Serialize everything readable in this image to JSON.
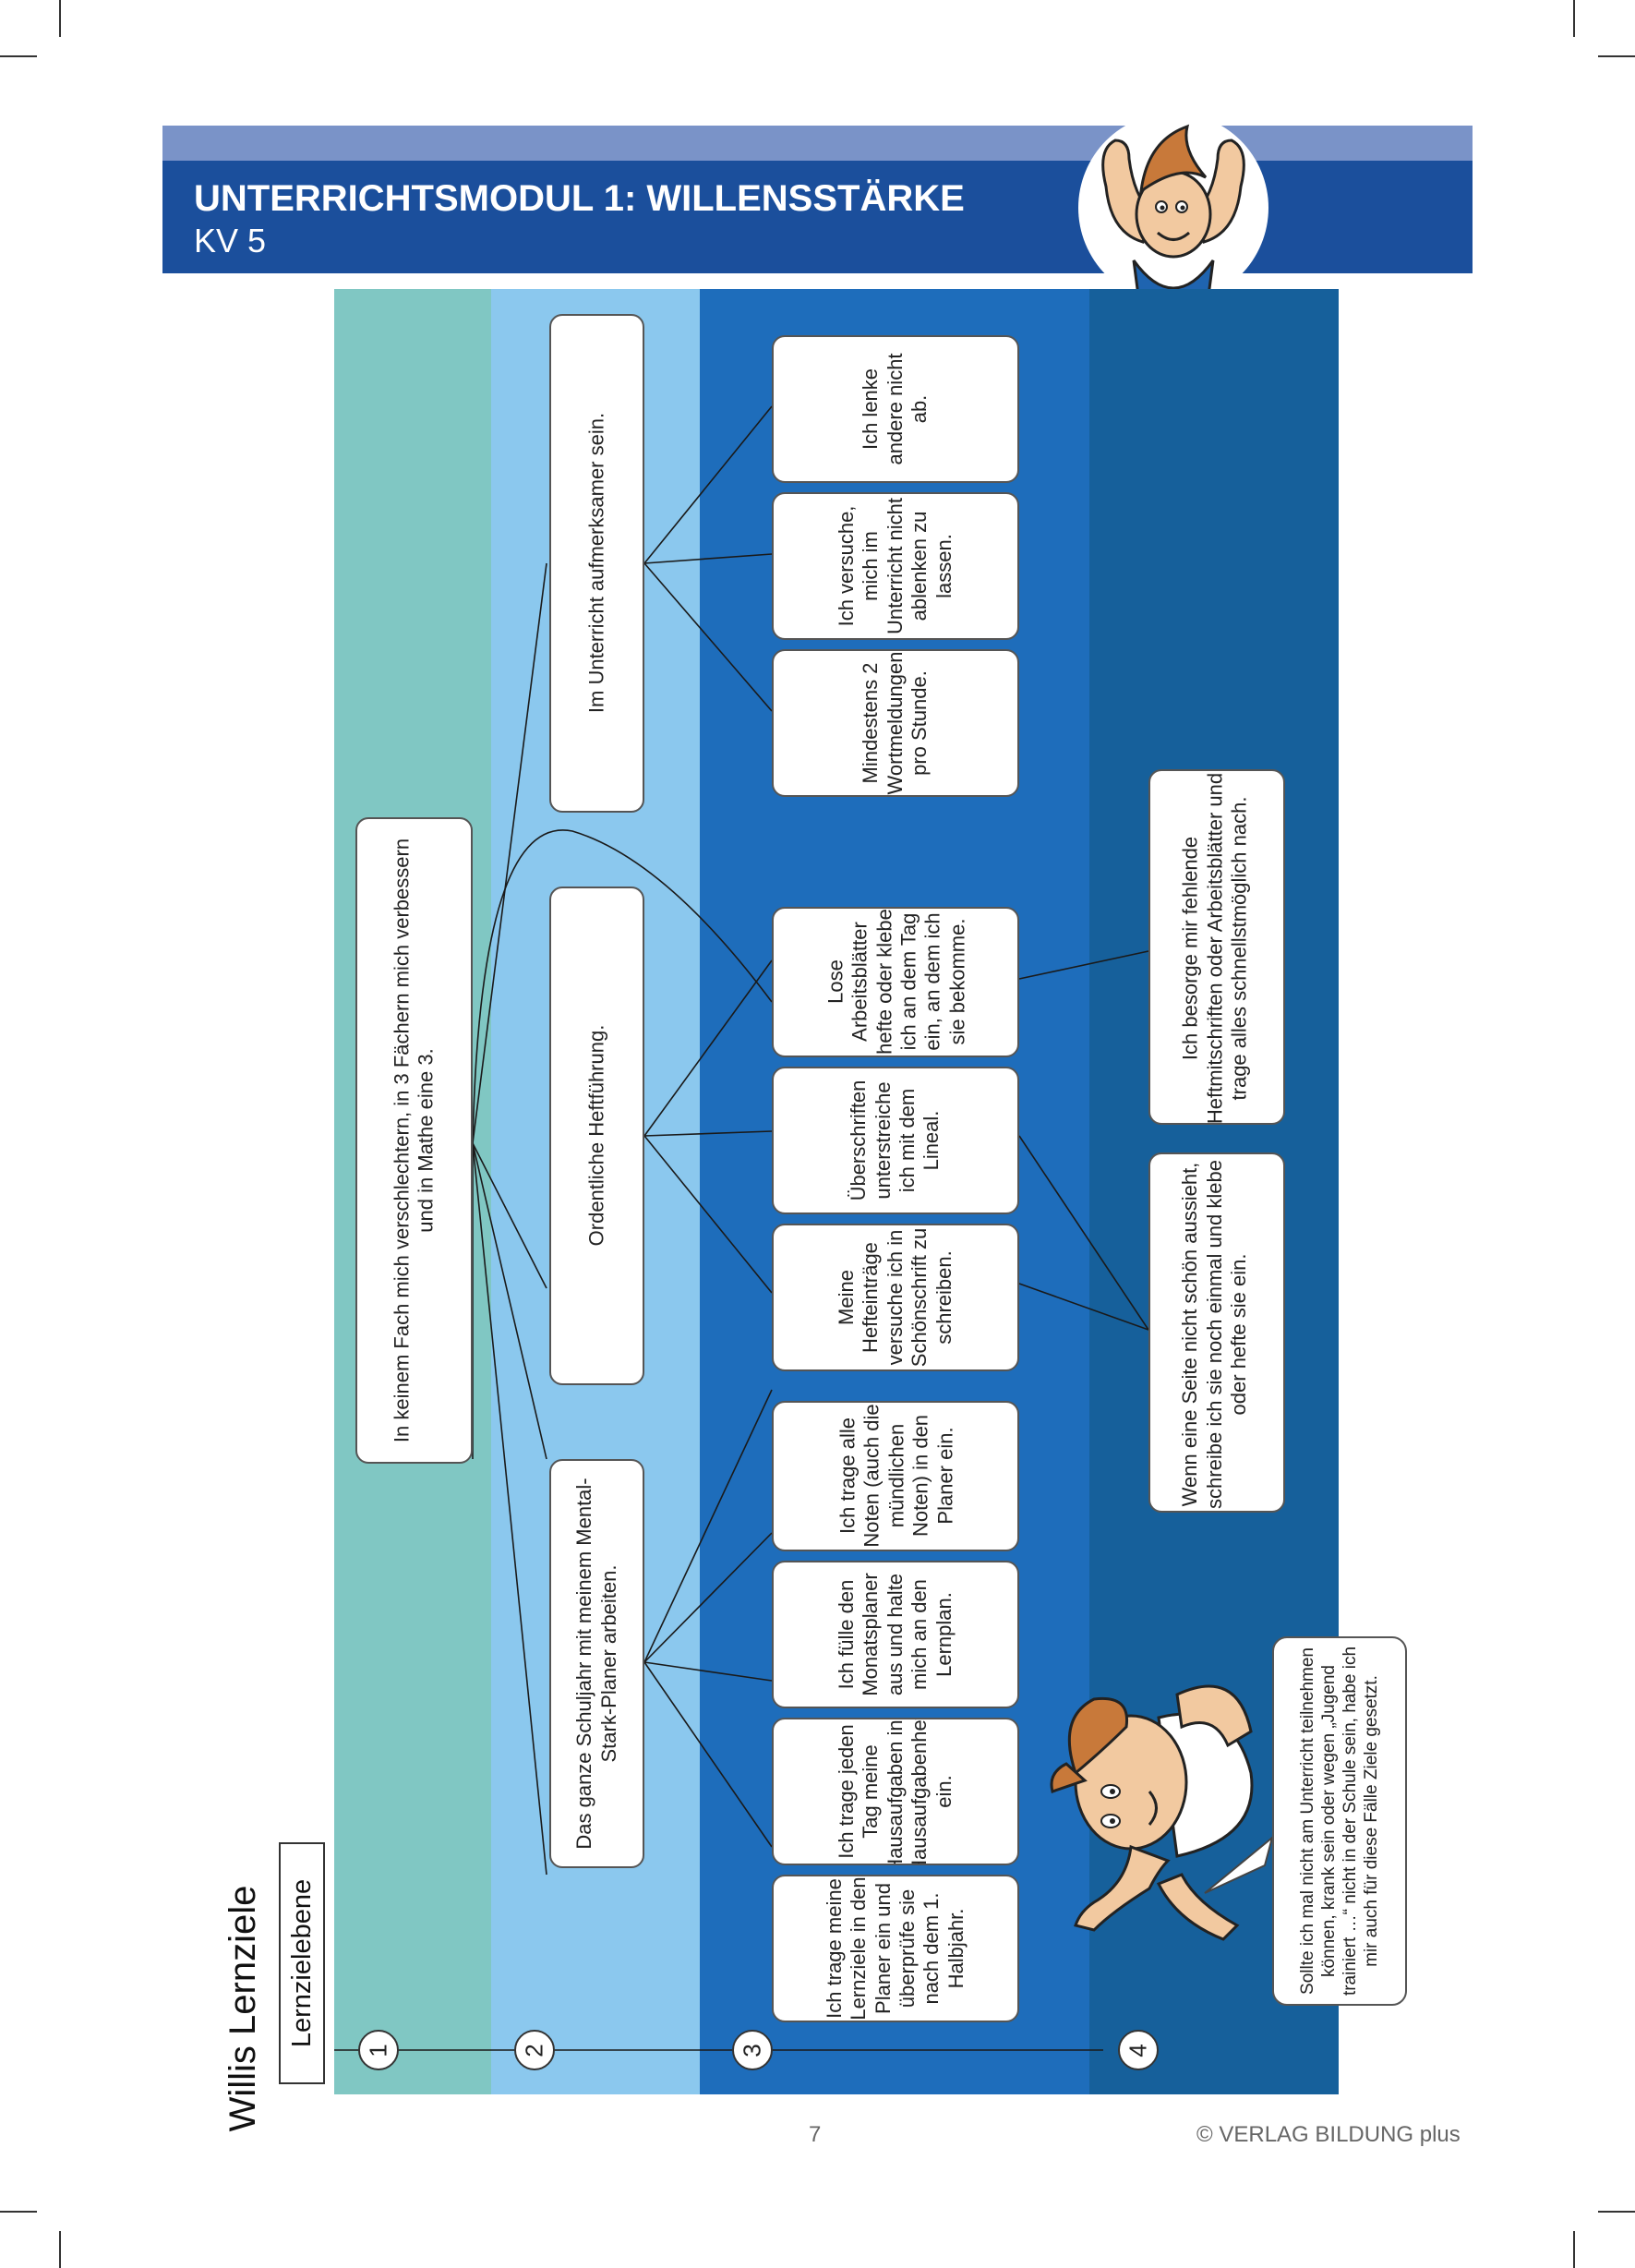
{
  "header": {
    "title": "UNTERRICHTSMODUL 1: WILLENSSTÄRKE",
    "subtitle": "KV 5"
  },
  "worksheet": {
    "title": "Willis Lernziele",
    "label": "Lernzielebene",
    "levels": [
      "1",
      "2",
      "3",
      "4"
    ]
  },
  "level1": {
    "goal": "In keinem Fach mich verschlechtern, in 3 Fächern mich verbessern und in Mathe eine 3."
  },
  "level2": [
    "Das ganze Schuljahr mit meinem Mental-Stark-Planer arbeiten.",
    "Ordentliche Heftführung.",
    "Im Unterricht aufmerksamer sein."
  ],
  "level3": [
    "Ich trage meine Lernziele in den Planer ein und überprüfe sie nach dem 1. Halbjahr.",
    "Ich trage jeden Tag meine Hausaufgaben ins Hausaufgabenheft ein.",
    "Ich fülle den Monatsplaner aus und halte mich an den Lernplan.",
    "Ich trage alle Noten (auch die mündlichen Noten) in den Planer ein.",
    "Meine Hefteinträge versuche ich in Schönschrift zu schreiben.",
    "Überschriften unterstreiche ich mit dem Lineal.",
    "Lose Arbeitsblätter hefte oder klebe ich an dem Tag ein, an dem ich sie bekomme.",
    "Mindestens 2 Wortmeldungen pro Stunde.",
    "Ich versuche, mich im Unterricht nicht ablenken zu lassen.",
    "Ich lenke andere nicht ab."
  ],
  "level4": [
    "Wenn eine Seite nicht schön aussieht, schreibe ich sie noch einmal und klebe oder hefte sie ein.",
    "Ich besorge mir fehlende Heftmitschriften oder Arbeitsblätter und trage alles schnellstmöglich nach."
  ],
  "speech_bubble": "Sollte ich mal nicht am Unterricht teilnehmen können, krank sein oder wegen „Jugend trainiert …“ nicht in der Schule sein, habe ich mir auch für diese Fälle Ziele gesetzt.",
  "footer": {
    "page_number": "7",
    "copyright": "© VERLAG BILDUNG plus"
  },
  "colors": {
    "header_blue": "#1b4f9c",
    "header_light": "#7a93c8",
    "band1": "#80c7c3",
    "band2": "#8bc8ee",
    "band3": "#1e6dbb",
    "band4": "#16609b"
  }
}
